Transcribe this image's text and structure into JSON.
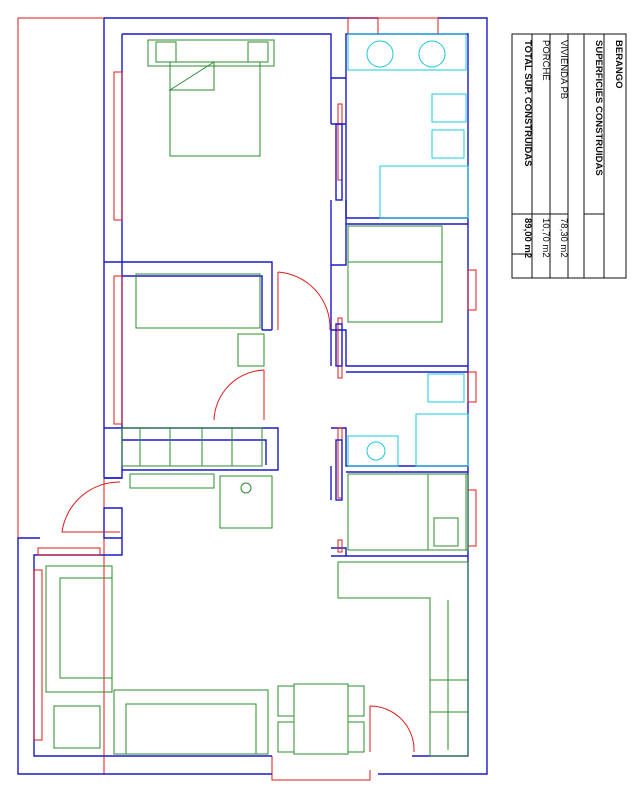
{
  "table": {
    "project": "BERANGO",
    "heading": "SUPERFICIES CONSTRUIDAS",
    "rows": [
      {
        "label": "VIVIENDA PB",
        "value": "78,30 m2"
      },
      {
        "label": "PORCHE",
        "value": "10,70 m2"
      }
    ],
    "total_label": "TOTAL SUP. CONSTRUIDAS",
    "total_value": "89,00 m2"
  },
  "colors": {
    "walls": "#1a1acc",
    "porch_and_doors": "#e01818",
    "furniture": "#2e8b2e",
    "sanitary": "#19c8d8"
  }
}
